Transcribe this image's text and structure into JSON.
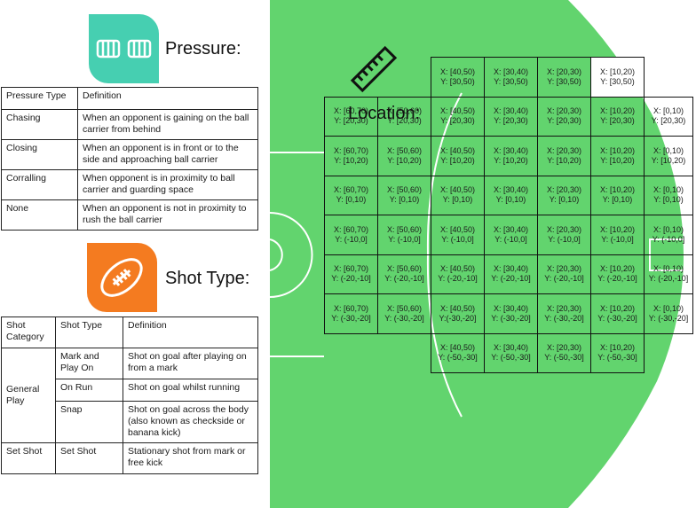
{
  "pressure": {
    "title": "Pressure:",
    "icon": "fist-bump-icon",
    "color": "#46CFB1",
    "headers": [
      "Pressure Type",
      "Definition"
    ],
    "rows": [
      {
        "type": "Chasing",
        "definition": "When an opponent is gaining on the ball carrier from behind"
      },
      {
        "type": "Closing",
        "definition": "When an opponent is in front or to the side and approaching ball carrier"
      },
      {
        "type": "Corralling",
        "definition": "When opponent is in proximity to ball carrier and guarding space"
      },
      {
        "type": "None",
        "definition": "When an opponent is not in proximity to rush the ball carrier"
      }
    ]
  },
  "shot": {
    "title": "Shot Type:",
    "icon": "football-icon",
    "color": "#F47B20",
    "headers": [
      "Shot Category",
      "Shot Type",
      "Definition"
    ],
    "general_play": "General Play",
    "set_shot_category": "Set Shot",
    "rows": [
      {
        "type": "Mark and Play On",
        "definition": "Shot on goal after playing on from a mark"
      },
      {
        "type": "On Run",
        "definition": "Shot on goal whilst running"
      },
      {
        "type": "Snap",
        "definition": "Shot on goal across the body (also known as checkside or banana kick)"
      },
      {
        "type": "Set Shot",
        "definition": "Stationary shot from mark or free kick"
      }
    ]
  },
  "location": {
    "title": "Location:",
    "icon": "ruler-icon",
    "field_color": "#62D46E",
    "rows": [
      [
        null,
        null,
        {
          "x": "X: [40,50)",
          "y": "Y: [30,50)"
        },
        {
          "x": "X: [30,40)",
          "y": "Y: [30,50)"
        },
        {
          "x": "X: [20,30)",
          "y": "Y: [30,50)"
        },
        {
          "x": "X: [10,20)",
          "y": "Y: [30,50)"
        },
        null
      ],
      [
        {
          "x": "X: [60,70)",
          "y": "Y: [20,30)"
        },
        {
          "x": "X: [50,60)",
          "y": "Y: [20,30)"
        },
        {
          "x": "X: [40,50)",
          "y": "Y: [20,30)"
        },
        {
          "x": "X: [30,40)",
          "y": "Y: [20,30)"
        },
        {
          "x": "X: [20,30)",
          "y": "Y: [20,30)"
        },
        {
          "x": "X: [10,20)",
          "y": "Y: [20,30)"
        },
        {
          "x": "X: [0,10)",
          "y": "Y: [20,30)"
        }
      ],
      [
        {
          "x": "X: [60,70)",
          "y": "Y: [10,20)"
        },
        {
          "x": "X: [50,60)",
          "y": "Y: [10,20)"
        },
        {
          "x": "X: [40,50)",
          "y": "Y: [10,20)"
        },
        {
          "x": "X: [30,40)",
          "y": "Y: [10,20)"
        },
        {
          "x": "X: [20,30)",
          "y": "Y: [10,20)"
        },
        {
          "x": "X: [10,20)",
          "y": "Y: [10,20)"
        },
        {
          "x": "X: [0,10)",
          "y": "Y: [10,20)"
        }
      ],
      [
        {
          "x": "X: [60,70)",
          "y": "Y: [0,10)"
        },
        {
          "x": "X: [50,60)",
          "y": "Y: [0,10)"
        },
        {
          "x": "X: [40,50)",
          "y": "Y: [0,10)"
        },
        {
          "x": "X: [30,40)",
          "y": "Y: [0,10)"
        },
        {
          "x": "X: [20,30)",
          "y": "Y: [0,10)"
        },
        {
          "x": "X: [10,20)",
          "y": "Y: [0,10)"
        },
        {
          "x": "X: [0,10)",
          "y": "Y: [0,10)"
        }
      ],
      [
        {
          "x": "X: [60,70)",
          "y": "Y: (-10,0]"
        },
        {
          "x": "X: [50,60)",
          "y": "Y: (-10,0]"
        },
        {
          "x": "X: [40,50)",
          "y": "Y: (-10,0]"
        },
        {
          "x": "X: [30,40)",
          "y": "Y: (-10,0]"
        },
        {
          "x": "X: [20,30)",
          "y": "Y: (-10,0]"
        },
        {
          "x": "X: [10,20)",
          "y": "Y: (-10,0]"
        },
        {
          "x": "X: [0,10)",
          "y": "Y: (-10,0]"
        }
      ],
      [
        {
          "x": "X: [60,70)",
          "y": "Y: (-20,-10]"
        },
        {
          "x": "X: [50,60)",
          "y": "Y: (-20,-10]"
        },
        {
          "x": "X: [40,50)",
          "y": "Y: (-20,-10]"
        },
        {
          "x": "X: [30,40)",
          "y": "Y: (-20,-10]"
        },
        {
          "x": "X: [20,30)",
          "y": "Y: (-20,-10]"
        },
        {
          "x": "X: [10,20)",
          "y": "Y: (-20,-10]"
        },
        {
          "x": "X: [0,10)",
          "y": "Y: (-20,-10]"
        }
      ],
      [
        {
          "x": "X: [60,70)",
          "y": "Y: (-30,-20]"
        },
        {
          "x": "X: [50,60)",
          "y": "Y: (-30,-20]"
        },
        {
          "x": "X: [40,50)",
          "y": "Y:(-30,-20]"
        },
        {
          "x": "X: [30,40)",
          "y": "Y: (-30,-20]"
        },
        {
          "x": "X: [20,30)",
          "y": "Y: (-30,-20]"
        },
        {
          "x": "X: [10,20)",
          "y": "Y: (-30,-20]"
        },
        {
          "x": "X: [0,10)",
          "y": "Y: (-30,-20]"
        }
      ],
      [
        null,
        null,
        {
          "x": "X: [40,50)",
          "y": "Y: (-50,-30]"
        },
        {
          "x": "X: [30,40)",
          "y": "Y: (-50,-30]"
        },
        {
          "x": "X: [20,30)",
          "y": "Y: (-50,-30]"
        },
        {
          "x": "X: [10,20)",
          "y": "Y: (-50,-30]"
        },
        null
      ]
    ]
  }
}
